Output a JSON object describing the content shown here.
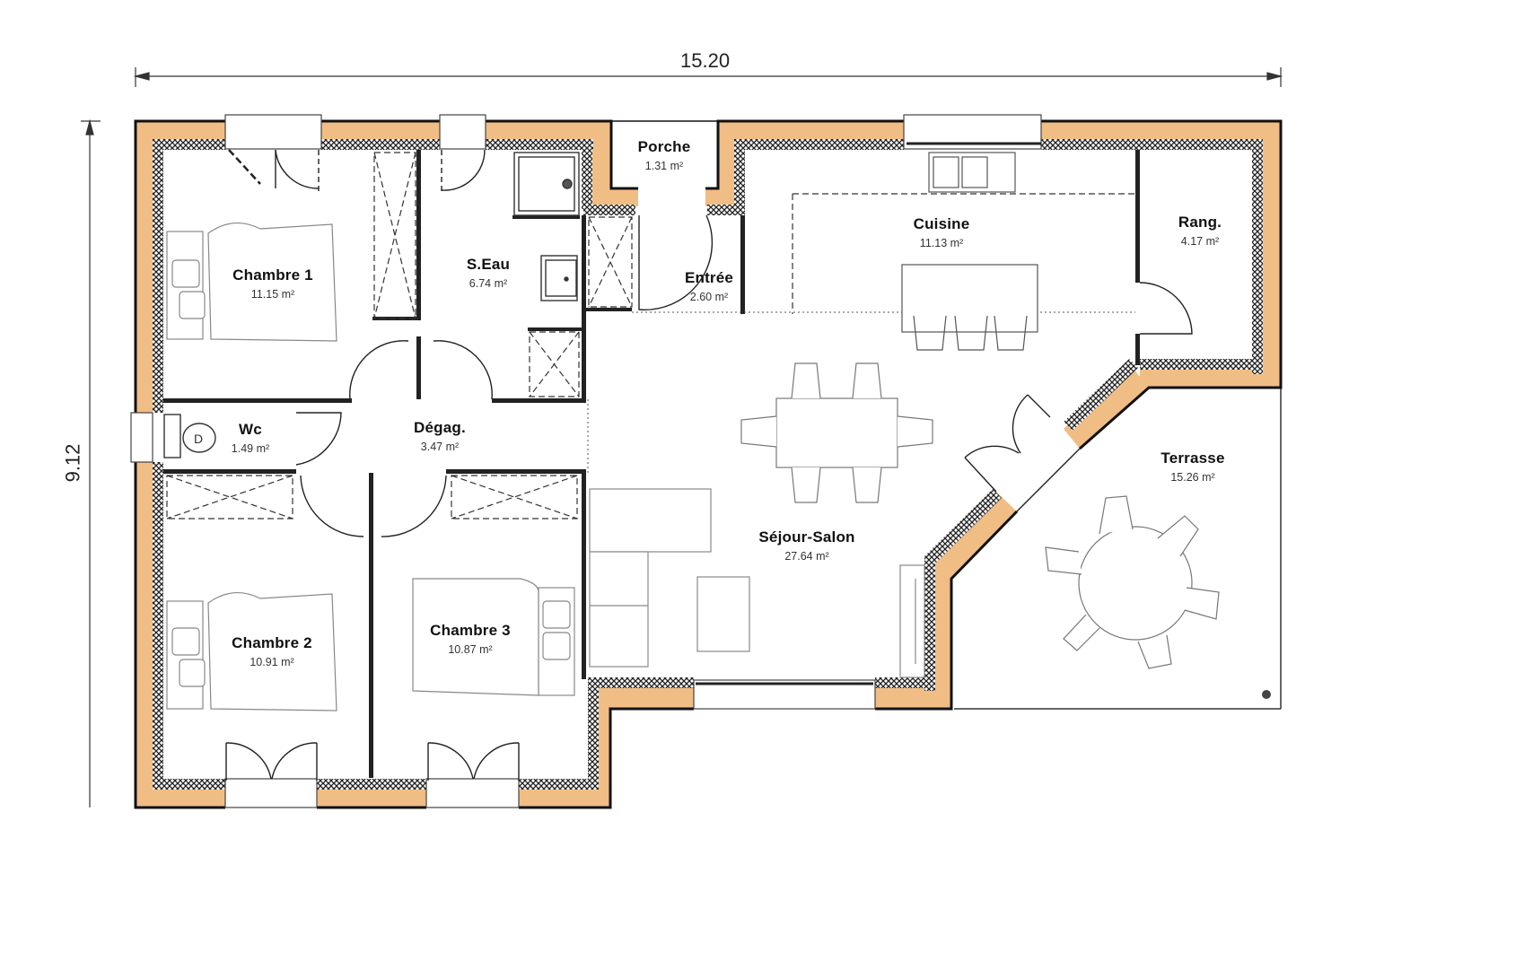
{
  "plan": {
    "dimensions": {
      "width_label": "15.20",
      "height_label": "9.12"
    },
    "colors": {
      "wall_fill": "#f0bd85",
      "wall_outline": "#111111",
      "insulation_dark": "#222222",
      "furniture_stroke": "#777777",
      "background": "#ffffff"
    },
    "rooms": [
      {
        "id": "chambre1",
        "name": "Chambre 1",
        "area": "11.15 m²"
      },
      {
        "id": "seau",
        "name": "S.Eau",
        "area": "6.74 m²"
      },
      {
        "id": "porche",
        "name": "Porche",
        "area": "1.31 m²"
      },
      {
        "id": "entree",
        "name": "Entrée",
        "area": "2.60 m²"
      },
      {
        "id": "cuisine",
        "name": "Cuisine",
        "area": "11.13 m²"
      },
      {
        "id": "rang",
        "name": "Rang.",
        "area": "4.17 m²"
      },
      {
        "id": "wc",
        "name": "Wc",
        "area": "1.49 m²"
      },
      {
        "id": "degag",
        "name": "Dégag.",
        "area": "3.47 m²"
      },
      {
        "id": "sejour",
        "name": "Séjour-Salon",
        "area": "27.64 m²"
      },
      {
        "id": "terrasse",
        "name": "Terrasse",
        "area": "15.26 m²"
      },
      {
        "id": "chambre2",
        "name": "Chambre 2",
        "area": "10.91 m²"
      },
      {
        "id": "chambre3",
        "name": "Chambre 3",
        "area": "10.87 m²"
      }
    ]
  }
}
